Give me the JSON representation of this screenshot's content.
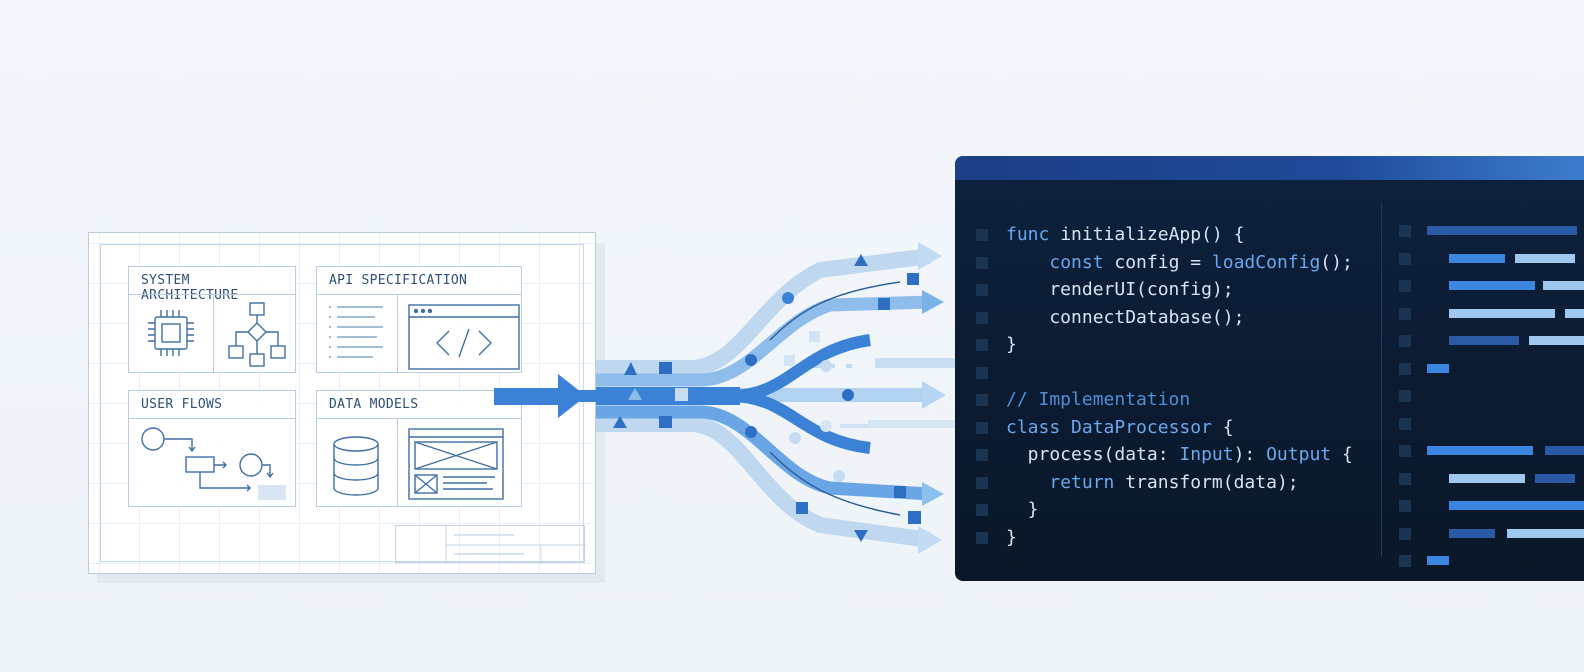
{
  "blueprint": {
    "panels": [
      {
        "title": "SYSTEM ARCHITECTURE"
      },
      {
        "title": "API SPECIFICATION"
      },
      {
        "title": "USER FLOWS"
      },
      {
        "title": "DATA MODELS"
      }
    ]
  },
  "editor": {
    "lines": [
      {
        "tokens": [
          {
            "t": "func",
            "c": "kw"
          },
          {
            "t": " initializeApp() {",
            "c": "fn"
          }
        ]
      },
      {
        "tokens": [
          {
            "t": "    ",
            "c": "fn"
          },
          {
            "t": "const",
            "c": "kw"
          },
          {
            "t": " config = ",
            "c": "fn"
          },
          {
            "t": "loadConfig",
            "c": "kw"
          },
          {
            "t": "();",
            "c": "fn"
          }
        ]
      },
      {
        "tokens": [
          {
            "t": "    renderUI(config);",
            "c": "fn"
          }
        ]
      },
      {
        "tokens": [
          {
            "t": "    connectDatabase();",
            "c": "fn"
          }
        ]
      },
      {
        "tokens": [
          {
            "t": "}",
            "c": "fn"
          }
        ]
      },
      {
        "tokens": []
      },
      {
        "tokens": [
          {
            "t": "// Implementation",
            "c": "cm"
          }
        ]
      },
      {
        "tokens": [
          {
            "t": "class",
            "c": "kw"
          },
          {
            "t": " ",
            "c": "fn"
          },
          {
            "t": "DataProcessor",
            "c": "ty"
          },
          {
            "t": " {",
            "c": "fn"
          }
        ]
      },
      {
        "tokens": [
          {
            "t": "  process(data: ",
            "c": "fn"
          },
          {
            "t": "Input",
            "c": "ty"
          },
          {
            "t": "): ",
            "c": "fn"
          },
          {
            "t": "Output",
            "c": "ty"
          },
          {
            "t": " {",
            "c": "fn"
          }
        ]
      },
      {
        "tokens": [
          {
            "t": "    ",
            "c": "fn"
          },
          {
            "t": "return",
            "c": "kw"
          },
          {
            "t": " transform(data);",
            "c": "fn"
          }
        ]
      },
      {
        "tokens": [
          {
            "t": "  }",
            "c": "fn"
          }
        ]
      },
      {
        "tokens": [
          {
            "t": "}",
            "c": "fn"
          }
        ]
      }
    ]
  },
  "colors": {
    "accent": "#3b82d6",
    "editor_bg": "#0b1b31",
    "keyword": "#69a7ee",
    "blueprint_line": "#b7cbe1"
  }
}
